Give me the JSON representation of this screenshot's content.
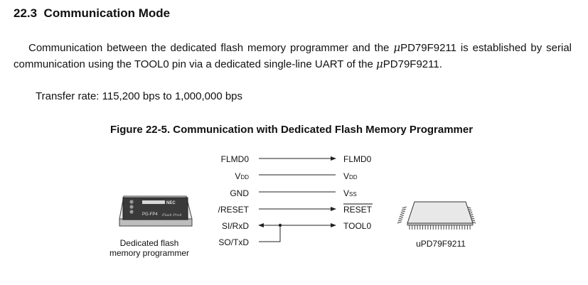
{
  "section": {
    "number": "22.3",
    "title": "Communication Mode"
  },
  "paragraph": {
    "part1": "Communication between the dedicated flash memory programmer and the ",
    "mu": "μ",
    "part2": "PD79F9211 is established by serial communication using the TOOL0 pin via a dedicated single-line UART of the ",
    "mu2": "μ",
    "part3": "PD79F9211."
  },
  "transfer_rate": "Transfer rate: 115,200 bps to 1,000,000 bps",
  "figure": {
    "title": "Figure 22-5.  Communication with Dedicated Flash Memory Programmer",
    "programmer_caption_line1": "Dedicated flash",
    "programmer_caption_line2": "memory programmer",
    "programmer_label": "PG-FP4",
    "programmer_brand": "NEC",
    "programmer_script": "Flash Pro4",
    "device_caption": "uPD79F9211",
    "left_signals": [
      {
        "main": "FLMD0",
        "sub": ""
      },
      {
        "main": "V",
        "sub": "DD"
      },
      {
        "main": "GND",
        "sub": ""
      },
      {
        "main": "/RESET",
        "sub": ""
      },
      {
        "main": "SI/RxD",
        "sub": ""
      },
      {
        "main": "SO/TxD",
        "sub": ""
      }
    ],
    "right_signals": [
      {
        "main": "FLMD0",
        "sub": ""
      },
      {
        "main": "V",
        "sub": "DD"
      },
      {
        "main": "V",
        "sub": "SS"
      },
      {
        "main": "RESET",
        "sub": ""
      },
      {
        "main": "TOOL0",
        "sub": ""
      }
    ]
  }
}
